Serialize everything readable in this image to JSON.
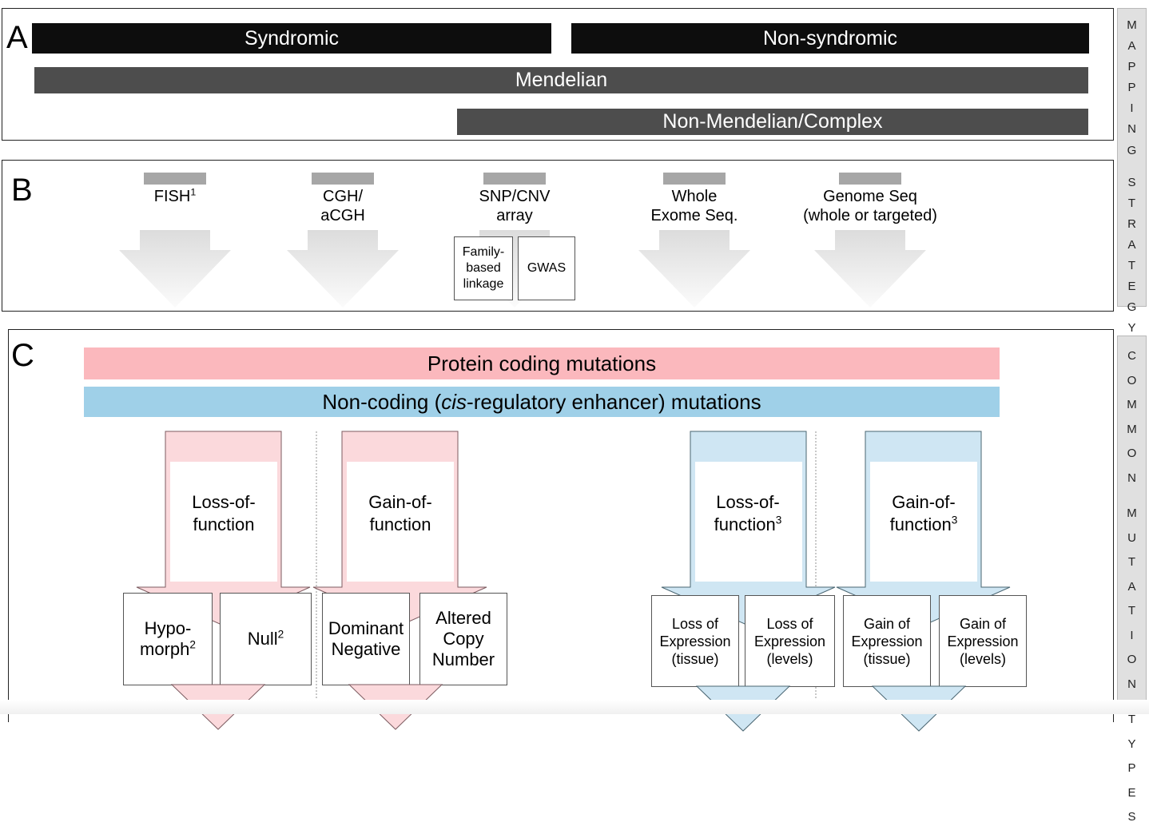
{
  "figure": {
    "panels": [
      {
        "letter": "A",
        "rail_label": "MAPPING"
      },
      {
        "letter": "B",
        "rail_label": "STRATEGY"
      },
      {
        "letter": "C",
        "rail_label": "COMMON MUTATION TYPES"
      }
    ],
    "rail_top_text": "MAPPING\nSTRATEGY",
    "rail_bottom_text": "COMMON MUTATION TYPES"
  },
  "panelA": {
    "letter": "A",
    "bars": [
      {
        "label": "Syndromic",
        "color": "#0d0d0d",
        "text_color": "#ffffff"
      },
      {
        "label": "Non-syndromic",
        "color": "#0d0d0d",
        "text_color": "#ffffff"
      },
      {
        "label": "Mendelian",
        "color": "#4d4d4d",
        "text_color": "#ffffff"
      },
      {
        "label": "Non-Mendelian/Complex",
        "color": "#4d4d4d",
        "text_color": "#ffffff"
      }
    ]
  },
  "panelB": {
    "letter": "B",
    "methods": [
      {
        "line1": "FISH",
        "line2": "",
        "superscript": "1"
      },
      {
        "line1": "CGH/",
        "line2": "aCGH",
        "superscript": ""
      },
      {
        "line1": "SNP/CNV",
        "line2": "array",
        "superscript": ""
      },
      {
        "line1": "Whole",
        "line2": "Exome Seq.",
        "superscript": ""
      },
      {
        "line1": "Genome Seq",
        "line2": "(whole or targeted)",
        "superscript": ""
      }
    ],
    "subboxes": [
      {
        "label": "Family-based linkage"
      },
      {
        "label": "GWAS"
      }
    ]
  },
  "panelC": {
    "letter": "C",
    "header_bars": [
      {
        "label_pre": "Protein coding mutations",
        "label_italic": "",
        "label_post": "",
        "color": "#fbb8bd"
      },
      {
        "label_pre": "Non-coding (",
        "label_italic": "cis",
        "label_post": "-regulatory enhancer) mutations",
        "color": "#9fd0e8"
      }
    ],
    "coding_group": {
      "color": "#fbb8bd",
      "fill": "#fbd9dc",
      "arrows": [
        {
          "line1": "Loss-of-",
          "line2": "function",
          "superscript": ""
        },
        {
          "line1": "Gain-of-",
          "line2": "function",
          "superscript": ""
        }
      ],
      "outcomes": [
        {
          "line1": "Hypo-",
          "line2": "morph",
          "line3": "",
          "superscript": "2"
        },
        {
          "line1": "Null",
          "line2": "",
          "line3": "",
          "superscript": "2"
        },
        {
          "line1": "Dominant",
          "line2": "Negative",
          "line3": "",
          "superscript": ""
        },
        {
          "line1": "Altered",
          "line2": "Copy",
          "line3": "Number",
          "superscript": ""
        }
      ]
    },
    "noncoding_group": {
      "color": "#9fd0e8",
      "fill": "#cfe6f3",
      "arrows": [
        {
          "line1": "Loss-of-",
          "line2": "function",
          "superscript": "3"
        },
        {
          "line1": "Gain-of-",
          "line2": "function",
          "superscript": "3"
        }
      ],
      "outcomes": [
        {
          "line1": "Loss of",
          "line2": "Expression",
          "line3": "(tissue)",
          "superscript": ""
        },
        {
          "line1": "Loss of",
          "line2": "Expression",
          "line3": "(levels)",
          "superscript": ""
        },
        {
          "line1": "Gain of",
          "line2": "Expression",
          "line3": "(tissue)",
          "superscript": ""
        },
        {
          "line1": "Gain of",
          "line2": "Expression",
          "line3": "(levels)",
          "superscript": ""
        }
      ]
    }
  }
}
